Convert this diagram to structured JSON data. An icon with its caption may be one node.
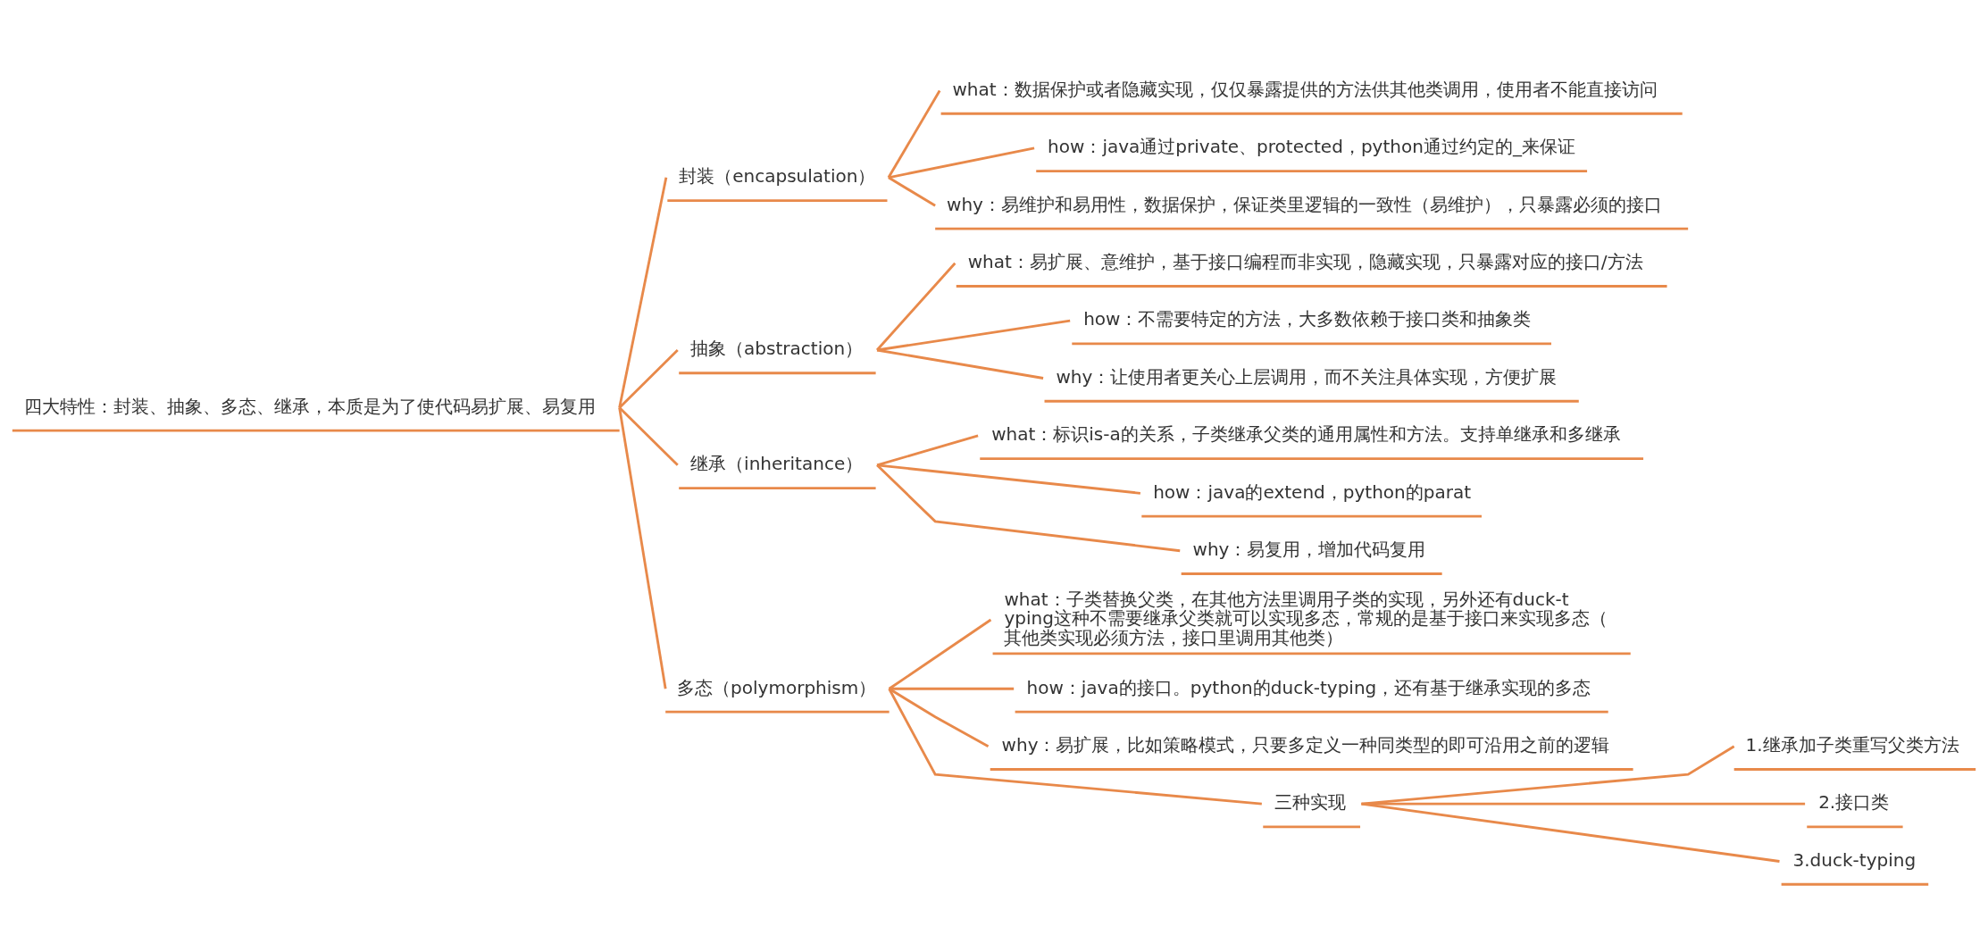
{
  "diagram": {
    "nodes": [
      {
        "text": [
          "四大特性：封装、抽象、多态、继承，本质是为了使代码易扩展、易复用"
        ]
      },
      {
        "text": [
          "封装（encapsulation）"
        ]
      },
      {
        "text": [
          "what：数据保护或者隐藏实现，仅仅暴露提供的方法供其他类调用，使用者不能直接访问"
        ]
      },
      {
        "text": [
          "how：java通过private、protected，python通过约定的_来保证"
        ]
      },
      {
        "text": [
          "why：易维护和易用性，数据保护，保证类里逻辑的一致性（易维护），只暴露必须的接口"
        ]
      },
      {
        "text": [
          "抽象（abstraction）"
        ]
      },
      {
        "text": [
          "what：易扩展、意维护，基于接口编程而非实现，隐藏实现，只暴露对应的接口/方法"
        ]
      },
      {
        "text": [
          "how：不需要特定的方法，大多数依赖于接口类和抽象类"
        ]
      },
      {
        "text": [
          "why：让使用者更关心上层调用，而不关注具体实现，方便扩展"
        ]
      },
      {
        "text": [
          "继承（inheritance）"
        ]
      },
      {
        "text": [
          "what：标识is-a的关系，子类继承父类的通用属性和方法。支持单继承和多继承"
        ]
      },
      {
        "text": [
          "how：java的extend，python的parat"
        ]
      },
      {
        "text": [
          "why：易复用，增加代码复用"
        ]
      },
      {
        "text": [
          "多态（polymorphism）"
        ]
      },
      {
        "text": [
          "what：子类替换父类，在其他方法里调用子类的实现，另外还有duck-typing这种不需要继承父类就可以实现多态，常规的是基于接口来实现多态（其他类实现必须方法，接口里调用其他类）"
        ]
      },
      {
        "text": [
          "how：java的接口。python的duck-typing，还有基于继承实现的多态"
        ]
      },
      {
        "text": [
          "why：易扩展，比如策略模式，只要多定义一种同类型的即可沿用之前的逻辑"
        ]
      },
      {
        "text": [
          "三种实现"
        ]
      },
      {
        "text": [
          "1.继承加子类重写父类方法"
        ]
      },
      {
        "text": [
          "2.接口类"
        ]
      },
      {
        "text": [
          "3.duck-typing"
        ]
      }
    ],
    "edges": [
      {
        "from": 0,
        "to": 1,
        "arrow": "none"
      },
      {
        "from": 1,
        "to": 2,
        "arrow": "none"
      },
      {
        "from": 1,
        "to": 3,
        "arrow": "none"
      },
      {
        "from": 1,
        "to": 4,
        "arrow": "none"
      },
      {
        "from": 0,
        "to": 5,
        "arrow": "none"
      },
      {
        "from": 5,
        "to": 6,
        "arrow": "none"
      },
      {
        "from": 5,
        "to": 7,
        "arrow": "none"
      },
      {
        "from": 5,
        "to": 8,
        "arrow": "none"
      },
      {
        "from": 0,
        "to": 9,
        "arrow": "none"
      },
      {
        "from": 9,
        "to": 10,
        "arrow": "none"
      },
      {
        "from": 9,
        "to": 11,
        "arrow": "none"
      },
      {
        "from": 9,
        "to": 12,
        "arrow": "none"
      },
      {
        "from": 0,
        "to": 13,
        "arrow": "none"
      },
      {
        "from": 13,
        "to": 14,
        "arrow": "none"
      },
      {
        "from": 13,
        "to": 15,
        "arrow": "none"
      },
      {
        "from": 13,
        "to": 16,
        "arrow": "none"
      },
      {
        "from": 13,
        "to": 17,
        "arrow": "none"
      },
      {
        "from": 17,
        "to": 18,
        "arrow": "none"
      },
      {
        "from": 17,
        "to": 19,
        "arrow": "none"
      },
      {
        "from": 17,
        "to": 20,
        "arrow": "none"
      }
    ]
  }
}
